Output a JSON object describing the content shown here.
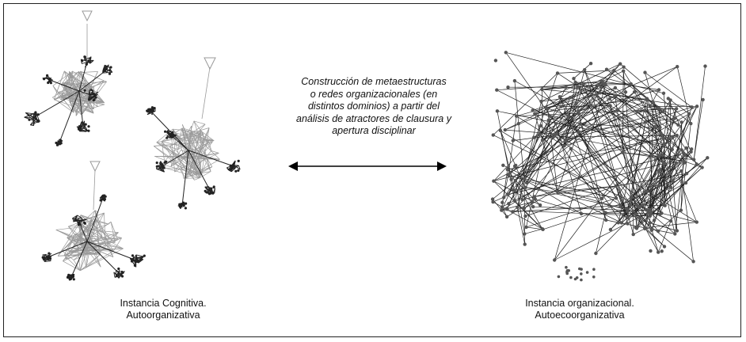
{
  "center_text": {
    "lines": [
      "Construcción de metaestructuras",
      "o redes organizacionales (en",
      "distintos dominios) a partir del",
      "análisis de atractores de clausura y",
      "apertura disciplinar"
    ]
  },
  "left_caption": {
    "line1": "Instancia Cognitiva.",
    "line2": "Autoorganizativa"
  },
  "right_caption": {
    "line1": "Instancia organizacional.",
    "line2": "Autoecoorganizativa"
  },
  "colors": {
    "border": "#222222",
    "network_dark": "#222222",
    "network_light": "#9a9a9a",
    "node_fill": "#555555",
    "arrow": "#000000"
  }
}
